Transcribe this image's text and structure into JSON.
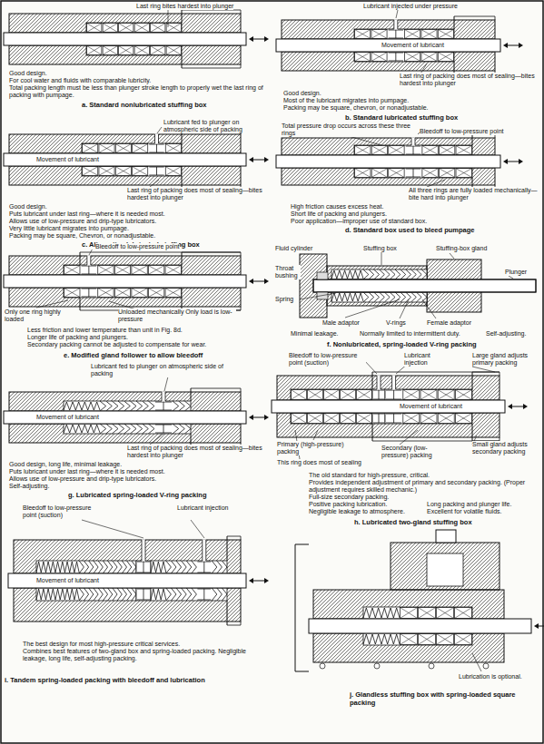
{
  "diagram": {
    "labels": [
      "Last ring bites hardest into plunger",
      "Good design.",
      "For cool water and fluids with comparable lubricity.",
      "Total packing length must be less than plunger stroke length to properly wet the last ring of packing with pumpage.",
      "a. Standard nonlubricated stuffing box",
      "Lubricant injected under pressure",
      "Movement of lubricant",
      "Last ring of packing does most of sealing—bites hardest into plunger",
      "Good design.",
      "Most of the lubricant migrates into pumpage.",
      "Packing may be square, chevron, or nonadjustable.",
      "b. Standard lubricated stuffing box",
      "Lubricant fed to plunger on atmospheric side of packing",
      "Movement of lubricant",
      "Last ring of packing does most of sealing—bites hardest into plunger",
      "Good design.",
      "Puts lubricant under last ring—where it is needed most.",
      "Allows use of low-pressure and drip-type lubricators.",
      "Very little lubricant migrates into pumpage.",
      "Packing may be square, Chevron, or nonadjustable.",
      "c. Alternative lubricated stuffing box",
      "Total pressure drop occurs across these three rings",
      "Bleedoff to low-pressure point",
      "All three rings are fully loaded mechanically—bite hard into plunger",
      "High friction causes excess heat.",
      "Short life of packing and plungers.",
      "Poor application—improper use of standard box.",
      "d. Standard box used to bleed pumpage",
      "Bleedoff to low-pressure point",
      "Only one ring highly loaded",
      "Unloaded mechanically Only load is low-pressure",
      "Less friction and lower temperature than unit in Fig. 8d.",
      "Longer life of packing and plungers.",
      "Secondary packing cannot be adjusted to compensate for wear.",
      "e. Modified gland follower to allow bleedoff",
      "Fluid cylinder",
      "Stuffing box",
      "Throat bushing",
      "Stuffing-box gland",
      "Plunger",
      "Spring",
      "Male adaptor",
      "Female adaptor",
      "V-rings",
      "Minimal leakage.",
      "Normally limited to intermittent duty.",
      "Self-adjusting.",
      "f. Nonlubricated, spring-loaded V-ring packing",
      "Lubricant fed to plunger on atmospheric side of packing",
      "Movement of lubricant",
      "Last ring of packing does most of sealing—bites hardest into plunger",
      "Good design, long life, minimal leakage.",
      "Puts lubricant under last ring—where it is needed most.",
      "Allows use of low-pressure and drip-type lubricators.",
      "Self-adjusting.",
      "g. Lubricated spring-loaded V-ring packing",
      "Bleedoff to low-pressure point (suction)",
      "Lubricant injection",
      "Large gland adjusts primary packing",
      "Movement of lubricant",
      "Primary (high-pressure) packing",
      "Small gland adjusts secondary packing",
      "This ring does most of sealing",
      "Secondary (low-pressure) packing",
      "The old standard for high-pressure, critical.",
      "Provides independent adjustment of primary and secondary packing. (Proper adjustment requires skilled mechanic.)",
      "Full-size secondary packing.",
      "Positive packing lubrication.",
      "Long packing and plunger life.",
      "Negligible leakage to atmosphere.",
      "Excellent for volatile fluids.",
      "h. Lubricated two-gland stuffing box",
      "Bleedoff to low-pressure point (suction)",
      "Lubricant injection",
      "Movement of lubricant",
      "The best design for most high-pressure critical services.",
      "Combines best features of two-gland box and spring-loaded packing. Negligible leakage, long life, self-adjusting packing.",
      "i. Tandem spring-loaded packing with bleedoff and lubrication",
      "Lubrication is optional.",
      "j. Glandless stuffing box with spring-loaded square packing"
    ]
  }
}
